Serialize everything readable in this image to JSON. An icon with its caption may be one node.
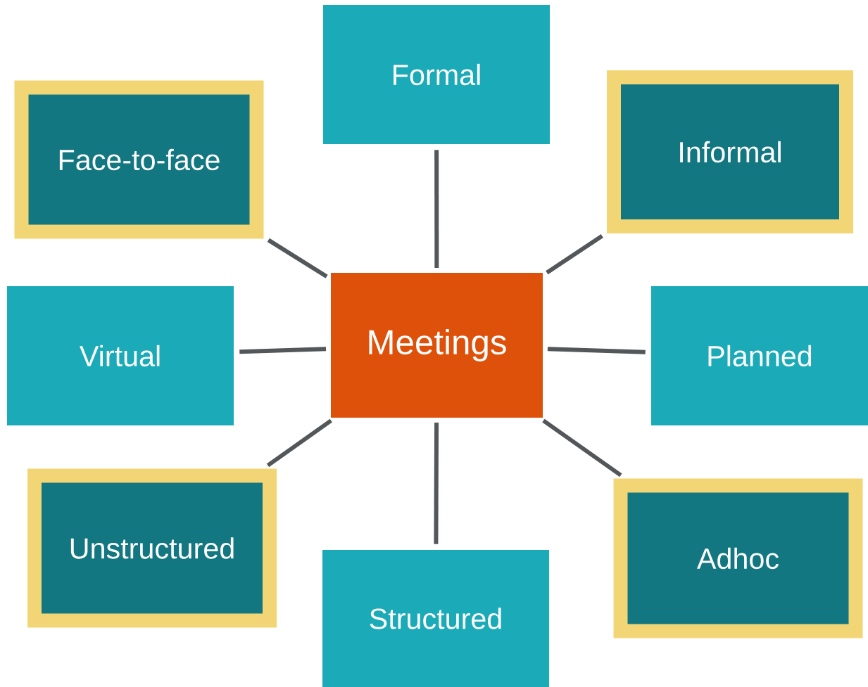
{
  "diagram": {
    "nodes": [
      {
        "text": [
          "Formal"
        ]
      },
      {
        "text": [
          "Face-to-face"
        ]
      },
      {
        "text": [
          "Informal"
        ]
      },
      {
        "text": [
          "Meetings"
        ]
      },
      {
        "text": [
          "Virtual"
        ]
      },
      {
        "text": [
          "Planned"
        ]
      },
      {
        "text": [
          "Unstructured"
        ]
      },
      {
        "text": [
          "Adhoc"
        ]
      },
      {
        "text": [
          "Structured"
        ]
      }
    ],
    "edges": [
      {
        "from": 3,
        "to": 0,
        "arrow": "none"
      },
      {
        "from": 3,
        "to": 1,
        "arrow": "none"
      },
      {
        "from": 3,
        "to": 2,
        "arrow": "none"
      },
      {
        "from": 3,
        "to": 4,
        "arrow": "none"
      },
      {
        "from": 3,
        "to": 5,
        "arrow": "none"
      },
      {
        "from": 3,
        "to": 6,
        "arrow": "none"
      },
      {
        "from": 3,
        "to": 7,
        "arrow": "none"
      },
      {
        "from": 3,
        "to": 8,
        "arrow": "none"
      }
    ]
  }
}
